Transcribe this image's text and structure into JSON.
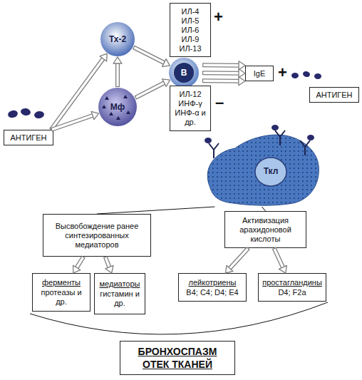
{
  "diagram": {
    "nodes": [
      {
        "text": [
          "Тх-2"
        ]
      },
      {
        "text": [
          "ИЛ-4 ИЛ-5 ИЛ-6 ИЛ-9 ИЛ-13"
        ]
      },
      {
        "text": [
          "АНТИГЕН"
        ]
      },
      {
        "text": [
          "Мф"
        ]
      },
      {
        "text": [
          "В"
        ]
      },
      {
        "text": [
          "IgE"
        ]
      },
      {
        "text": [
          "АНТИГЕН"
        ]
      },
      {
        "text": [
          "ИЛ-12 ИНФ-γ ИНФ-α и др."
        ]
      },
      {
        "text": [
          "Ткл"
        ]
      },
      {
        "text": [
          "Высвобождение ранее синтезированных медиаторов"
        ]
      },
      {
        "text": [
          "Активизация арахидоновой кислоты"
        ]
      },
      {
        "text": [
          "ферменты",
          "протеазы и др."
        ]
      },
      {
        "text": [
          "медиаторы",
          "гистамин и др."
        ]
      },
      {
        "text": [
          "лейкотриены",
          "B4; C4; D4; E4"
        ]
      },
      {
        "text": [
          "простагландины",
          "D4; F2a"
        ]
      },
      {
        "text": [
          "БРОНХОСПАЗМ ОТЕК ТКАНЕЙ"
        ]
      }
    ],
    "edges": [
      {
        "from": 2,
        "to": 0,
        "arrow": "to"
      },
      {
        "from": 2,
        "to": 3,
        "arrow": "to"
      },
      {
        "from": 3,
        "to": 0,
        "arrow": "to"
      },
      {
        "from": 0,
        "to": 4,
        "arrow": "to"
      },
      {
        "from": 3,
        "to": 4,
        "arrow": "to"
      },
      {
        "from": 4,
        "to": 5,
        "arrow": "to"
      },
      {
        "from": 8,
        "to": 9,
        "arrow": "none"
      },
      {
        "from": 8,
        "to": 10,
        "arrow": "none"
      },
      {
        "from": 9,
        "to": 11,
        "arrow": "to"
      },
      {
        "from": 9,
        "to": 12,
        "arrow": "to"
      },
      {
        "from": 10,
        "to": 13,
        "arrow": "to"
      },
      {
        "from": 10,
        "to": 14,
        "arrow": "to"
      }
    ],
    "labels": [
      "+",
      "+",
      "–"
    ]
  }
}
